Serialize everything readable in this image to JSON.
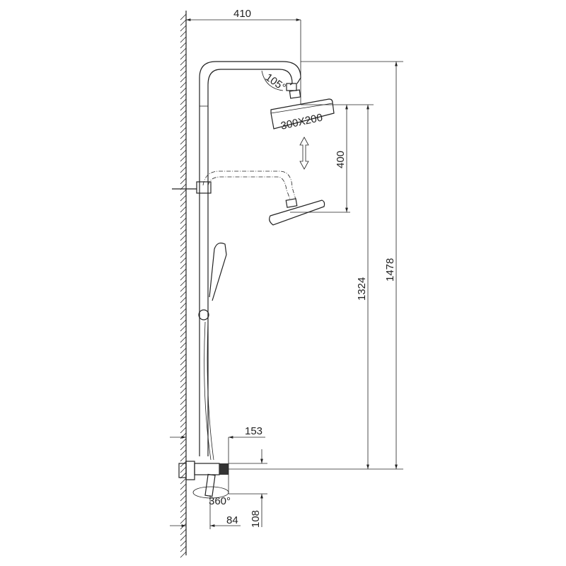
{
  "drawing": {
    "dimensions": {
      "arm_reach": "410",
      "head_angle": "105°",
      "head_size": "300X200",
      "height_adjust": "400",
      "head_height_low": "1324",
      "total_height": "1478",
      "diverter_depth": "153",
      "spout_rotation": "360°",
      "outlet_offset": "84",
      "mixer_height": "108"
    }
  }
}
